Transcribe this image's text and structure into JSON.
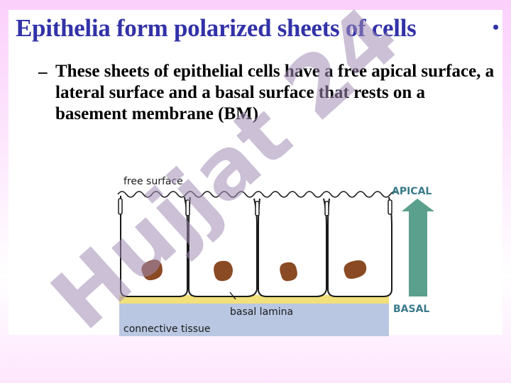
{
  "slide": {
    "title": "Epithelia form polarized sheets of cells",
    "title_bullet": "•",
    "bullet_marker": "–",
    "bullet_text": "These sheets of epithelial cells have a free apical surface, a lateral surface and a basal surface  that rests on a basement membrane (BM)"
  },
  "diagram": {
    "label_free_surface": "free surface",
    "label_apical": "APICAL",
    "label_basal": "BASAL",
    "label_basal_lamina": "basal lamina",
    "label_connective_tissue": "connective tissue",
    "colors": {
      "nucleus": "#8a4a24",
      "arrow": "#5aa08c",
      "basal_lamina": "#f2e07a",
      "connective_tissue": "#b9c7e2",
      "labels_side": "#3a7a8a"
    }
  },
  "watermark": {
    "text": "Hujjat 24",
    "color": "#a08cb4"
  }
}
